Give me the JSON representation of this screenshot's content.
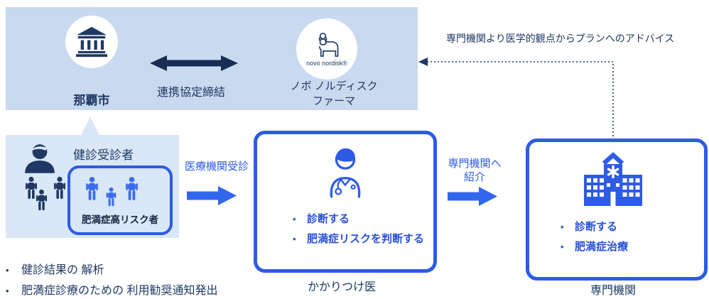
{
  "bullet_char": "•",
  "banner": {
    "city": "那覇市",
    "agreement": "連携協定締結",
    "logo_text": "novo nordisk®",
    "company_line1": "ノボ ノルディスク",
    "company_line2": "ファーマ"
  },
  "advice_note": "専門機関より医学的観点からプランへのアドバイス",
  "examinees": {
    "title": "健診受診者",
    "high_risk": "肥満症高リスク者"
  },
  "arrows": {
    "to_doctor": "医療機関受診",
    "to_specialist_line1": "専門機関へ",
    "to_specialist_line2": "紹介"
  },
  "family_doctor": {
    "bullets": [
      "診断する",
      "肥満症リスクを判断する"
    ],
    "caption": "かかりつけ医"
  },
  "specialist": {
    "bullets": [
      "診断する",
      "肥満症治療"
    ],
    "caption": "専門機関"
  },
  "city_actions": [
    "健診結果の 解析",
    "肥満症診療のための 利用勧奨通知発出"
  ],
  "colors": {
    "banner_bg": "#c9d9ef",
    "examinee_bg": "#d9e7f6",
    "navy": "#1f3864",
    "royal_border": "#2e5be6",
    "arrow_blue": "#3366ee",
    "person_blue": "#3b6cf0",
    "bullet_text": "#2850d8"
  }
}
